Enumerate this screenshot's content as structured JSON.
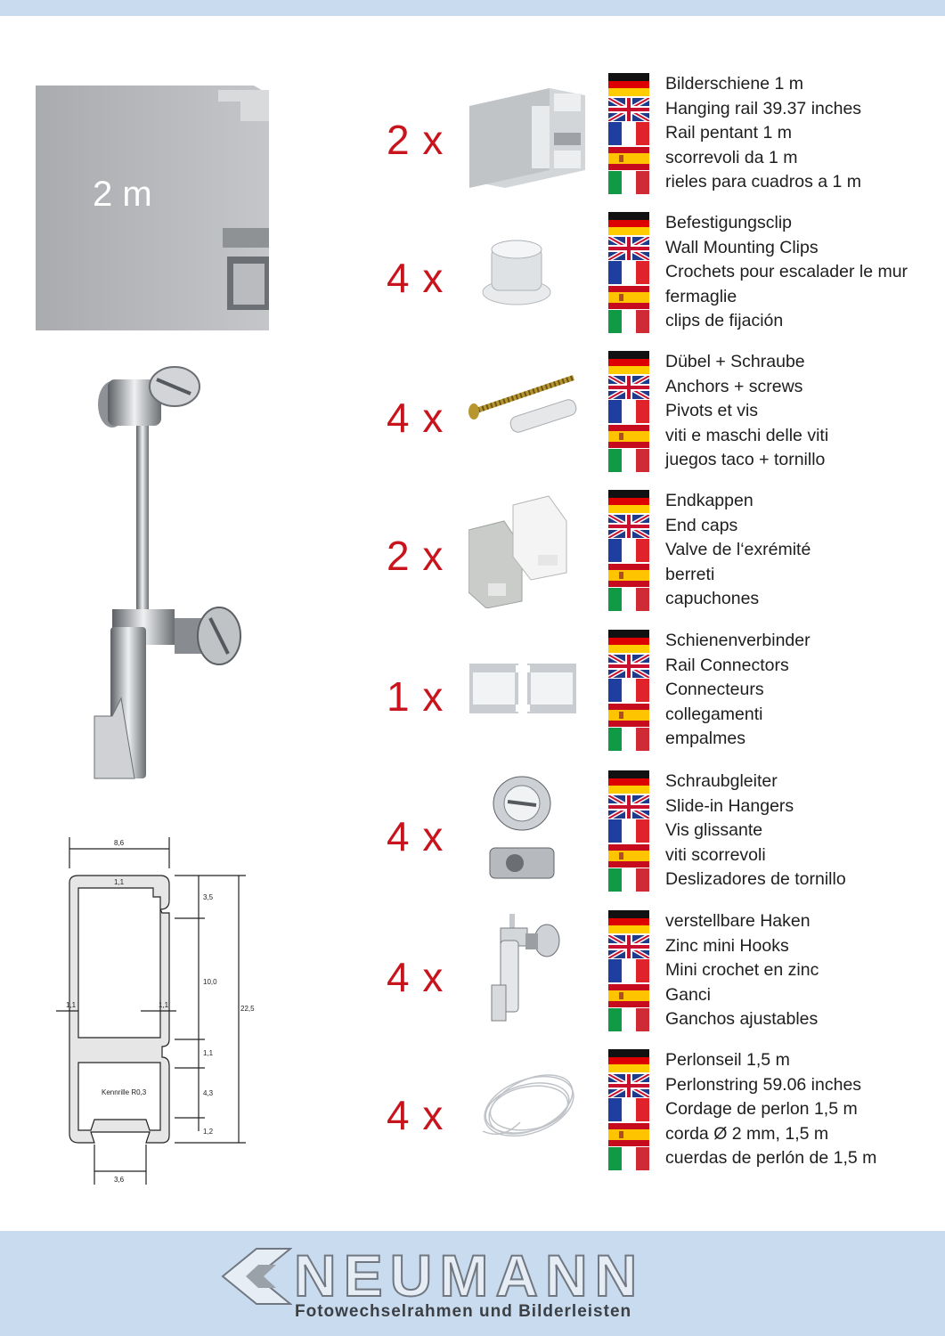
{
  "rail": {
    "label": "2 m"
  },
  "drawing": {
    "dims": [
      "8,6",
      "1,1",
      "3,5",
      "10,0",
      "22,5",
      "1,1",
      "1,1",
      "1,1",
      "4,3",
      "1,2",
      "3,6"
    ],
    "kennrille": "Kennrille R0,3"
  },
  "items": [
    {
      "qty": "2 x",
      "thumb": "rail-piece",
      "lines": [
        "Bilderschiene 1 m",
        "Hanging rail 39.37 inches",
        "Rail pentant 1 m",
        "scorrevoli da 1 m",
        "rieles para cuadros a 1 m"
      ]
    },
    {
      "qty": "4 x",
      "thumb": "clip",
      "lines": [
        "Befestigungsclip",
        "Wall Mounting Clips",
        "Crochets pour escalader le mur",
        "fermaglie",
        "clips de fijación"
      ]
    },
    {
      "qty": "4 x",
      "thumb": "screw",
      "lines": [
        "Dübel + Schraube",
        "Anchors + screws",
        "Pivots et vis",
        "viti e maschi delle viti",
        "juegos taco + tornillo"
      ]
    },
    {
      "qty": "2 x",
      "thumb": "endcap",
      "lines": [
        "Endkappen",
        "End caps",
        "Valve de l‘exrémité",
        "berreti",
        "capuchones"
      ]
    },
    {
      "qty": "1 x",
      "thumb": "connector",
      "lines": [
        "Schienenverbinder",
        "Rail Connectors",
        "Connecteurs",
        "collegamenti",
        "empalmes"
      ]
    },
    {
      "qty": "4 x",
      "thumb": "slider",
      "lines": [
        "Schraubgleiter",
        "Slide-in Hangers",
        "Vis glissante",
        "viti scorrevoli",
        "Deslizadores de tornillo"
      ]
    },
    {
      "qty": "4 x",
      "thumb": "hook",
      "lines": [
        "verstellbare Haken",
        "Zinc mini Hooks",
        "Mini crochet en zinc",
        "Ganci",
        "Ganchos ajustables"
      ]
    },
    {
      "qty": "4 x",
      "thumb": "cord",
      "lines": [
        "Perlonseil 1,5 m",
        "Perlonstring 59.06 inches",
        "Cordage de perlon 1,5 m",
        "corda Ø 2 mm, 1,5 m",
        "cuerdas de perlón de 1,5 m"
      ]
    }
  ],
  "footer": {
    "brand": "NEUMANN",
    "tagline": "Fotowechselrahmen und Bilderleisten"
  },
  "colors": {
    "accent": "#c8141c",
    "band": "#c9dcef"
  }
}
